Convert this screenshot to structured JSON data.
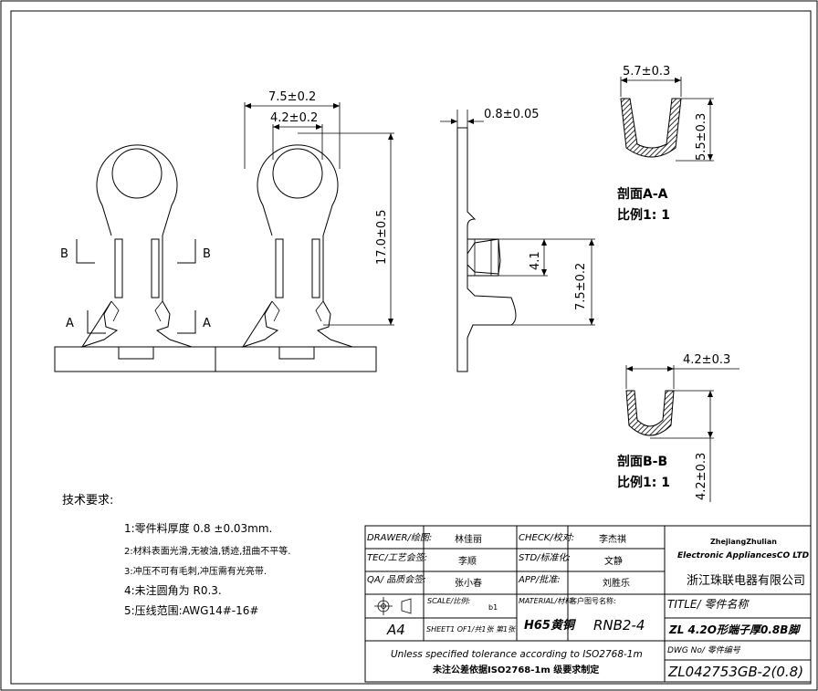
{
  "dimensions": {
    "width_outer": "7.5±0.2",
    "width_inner": "4.2±0.2",
    "length": "17.0±0.5",
    "thickness": "0.8±0.05",
    "crimp_len": "4.1",
    "barrel_len": "7.5±0.2",
    "aa_width": "5.7±0.3",
    "aa_height": "5.5±0.3",
    "bb_width": "4.2±0.3",
    "bb_height": "4.2±0.3"
  },
  "section_labels": {
    "b_left": "B",
    "b_right": "B",
    "a_left": "A",
    "a_right": "A"
  },
  "section_aa": {
    "title": "剖面A-A",
    "scale": "比例1: 1"
  },
  "section_bb": {
    "title": "剖面B-B",
    "scale": "比例1: 1"
  },
  "tech": {
    "heading": "技术要求:",
    "items": [
      "1:零件料厚度 0.8 ±0.03mm.",
      "2:材料表面光滑,无被油,锈迹,扭曲不平等.",
      "3:冲压不可有毛刺,冲压需有光亮带.",
      "4:未注圆角为 R0.3.",
      "5:压线范围:AWG14#-16#"
    ]
  },
  "title_block": {
    "drawer_label": "DRAWER/绘图:",
    "drawer": "林佳丽",
    "check_label": "CHECK/校对:",
    "checker": "李杰祺",
    "tec_label": "TEC/工艺会签:",
    "tec": "李顺",
    "std_label": "STD/标准化:",
    "std": "文静",
    "qa_label": "QA/ 品质会签:",
    "qa": "张小春",
    "app_label": "APP/批准:",
    "app": "刘胜乐",
    "company_en_1": "ZhejiangZhulian",
    "company_en_2": "Electronic AppliancesCO LTD",
    "company_cn": "浙江珠联电器有限公司",
    "scale_label": "SCALE/比例:",
    "scale": "b1",
    "material_label": "MATERIAL/材料",
    "material": "H65黄铜",
    "customer_label": "客户图号名称:",
    "customer": "RNB2-4",
    "title_label": "TITLE/ 零件名称",
    "title": "ZL 4.2O形端子厚0.8B脚",
    "size": "A4",
    "sheet": "SHEET1 OF1/共1张 第1张",
    "tol_en": "Unless specified tolerance according to ISO2768-1m",
    "tol_cn": "未注公差依据ISO2768-1m 级要求制定",
    "dwg_label": "DWG No/ 零件编号",
    "dwg": "ZL042753GB-2(0.8)"
  }
}
